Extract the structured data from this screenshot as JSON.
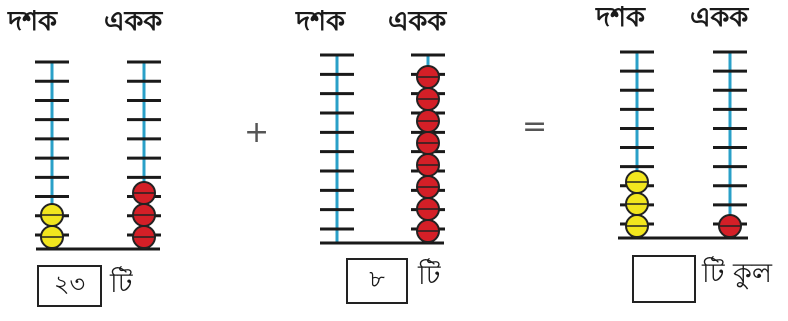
{
  "place_headers": {
    "tens": "দশক",
    "ones": "একক"
  },
  "operators": {
    "plus": "+",
    "equals": "="
  },
  "colors": {
    "rod": "#2aa0c8",
    "tick": "#1a1a1a",
    "tens_bead": "#f2e61e",
    "ones_bead": "#d41f27",
    "base": "#1a1a1a"
  },
  "panels": [
    {
      "tens_beads": 2,
      "ones_beads": 3,
      "box_value": "২৩",
      "suffix": "টি"
    },
    {
      "tens_beads": 0,
      "ones_beads": 8,
      "box_value": "৮",
      "suffix": "টি"
    },
    {
      "tens_beads": 3,
      "ones_beads": 1,
      "box_value": "",
      "suffix": "টি কুল"
    }
  ]
}
